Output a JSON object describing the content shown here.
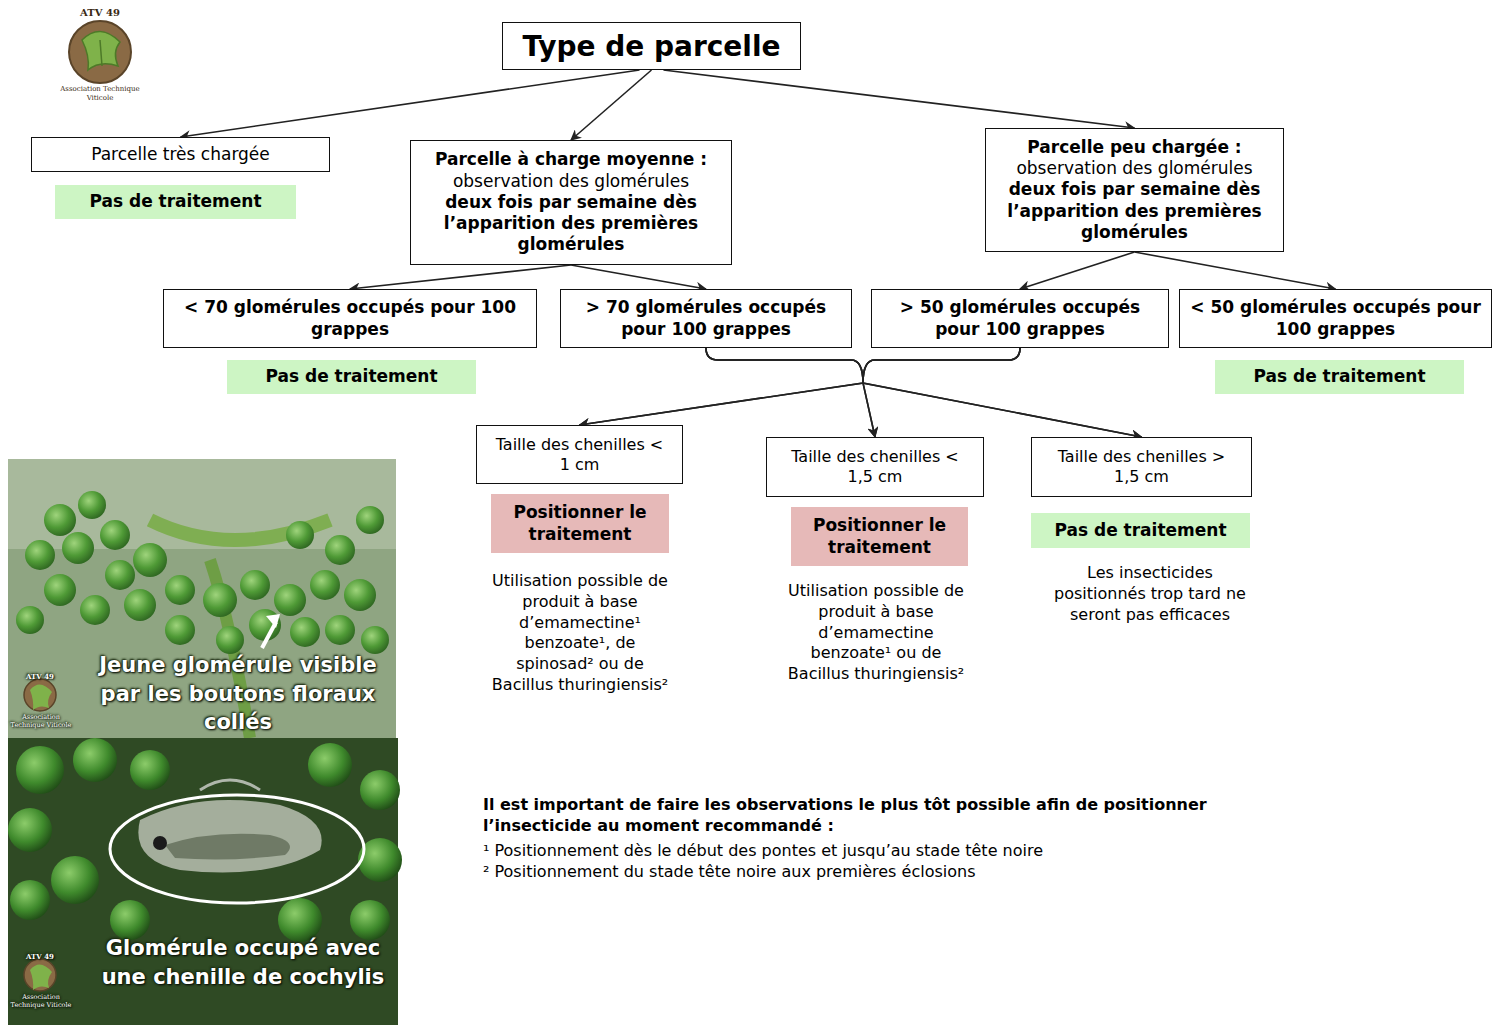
{
  "diagram": {
    "nodes": [
      {
        "text": [
          "Type de parcelle"
        ]
      },
      {
        "text": [
          "Parcelle très chargée"
        ]
      },
      {
        "text": [
          "Parcelle à charge moyenne :",
          "observation des glomérules",
          "deux fois par semaine dès l’apparition des premières glomérules"
        ]
      },
      {
        "text": [
          "Parcelle peu chargée :",
          "observation des glomérules",
          "deux fois par semaine dès l’apparition des premières glomérules"
        ]
      },
      {
        "text": [
          "Pas de traitement"
        ]
      },
      {
        "text": [
          "< 70 glomérules occupés pour 100 grappes"
        ]
      },
      {
        "text": [
          "> 70 glomérules occupés pour 100 grappes"
        ]
      },
      {
        "text": [
          "> 50 glomérules occupés pour 100 grappes"
        ]
      },
      {
        "text": [
          "< 50 glomérules occupés pour 100 grappes"
        ]
      },
      {
        "text": [
          "Pas de traitement"
        ]
      },
      {
        "text": [
          "Pas de traitement"
        ]
      },
      {
        "text": [
          "Taille des chenilles < 1 cm"
        ]
      },
      {
        "text": [
          "Taille des chenilles < 1,5 cm"
        ]
      },
      {
        "text": [
          "Taille des chenilles > 1,5 cm"
        ]
      },
      {
        "text": [
          "Positionner le traitement"
        ]
      },
      {
        "text": [
          "Positionner le traitement"
        ]
      },
      {
        "text": [
          "Pas de traitement"
        ]
      }
    ],
    "edges": [
      {
        "from": 0,
        "to": 1,
        "arrow": "to"
      },
      {
        "from": 0,
        "to": 2,
        "arrow": "to"
      },
      {
        "from": 0,
        "to": 3,
        "arrow": "to"
      },
      {
        "from": 2,
        "to": 5,
        "arrow": "to"
      },
      {
        "from": 2,
        "to": 6,
        "arrow": "to"
      },
      {
        "from": 3,
        "to": 7,
        "arrow": "to"
      },
      {
        "from": 3,
        "to": 8,
        "arrow": "to"
      },
      {
        "from": 6,
        "to": 11,
        "arrow": "to"
      },
      {
        "from": 6,
        "to": 12,
        "arrow": "to"
      },
      {
        "from": 6,
        "to": 13,
        "arrow": "to"
      },
      {
        "from": 7,
        "to": 11,
        "arrow": "to"
      },
      {
        "from": 7,
        "to": 12,
        "arrow": "to"
      },
      {
        "from": 7,
        "to": 13,
        "arrow": "to"
      }
    ],
    "labels": [
      "ATV 49",
      "Association Technique Viticole",
      "Utilisation possible de produit à base d’emamectine¹ benzoate¹, de spinosad² ou de Bacillus thuringiensis²",
      "Utilisation possible de produit à base d’emamectine benzoate¹ ou de Bacillus thuringiensis²",
      "Les insecticides positionnés trop tard ne seront pas efficaces",
      "Il est important de faire les observations le plus tôt possible afin de positionner l’insecticide au moment recommandé :",
      "¹ Positionnement dès le début des pontes et jusqu’au stade tête noire",
      "² Positionnement du stade tête noire aux premières éclosions",
      "Jeune glomérule visible par les boutons floraux collés",
      "ATV 49",
      "Association Technique Viticole",
      "Glomérule occupé avec une chenille de cochylis",
      "ATV 49",
      "Association Technique Viticole"
    ]
  }
}
